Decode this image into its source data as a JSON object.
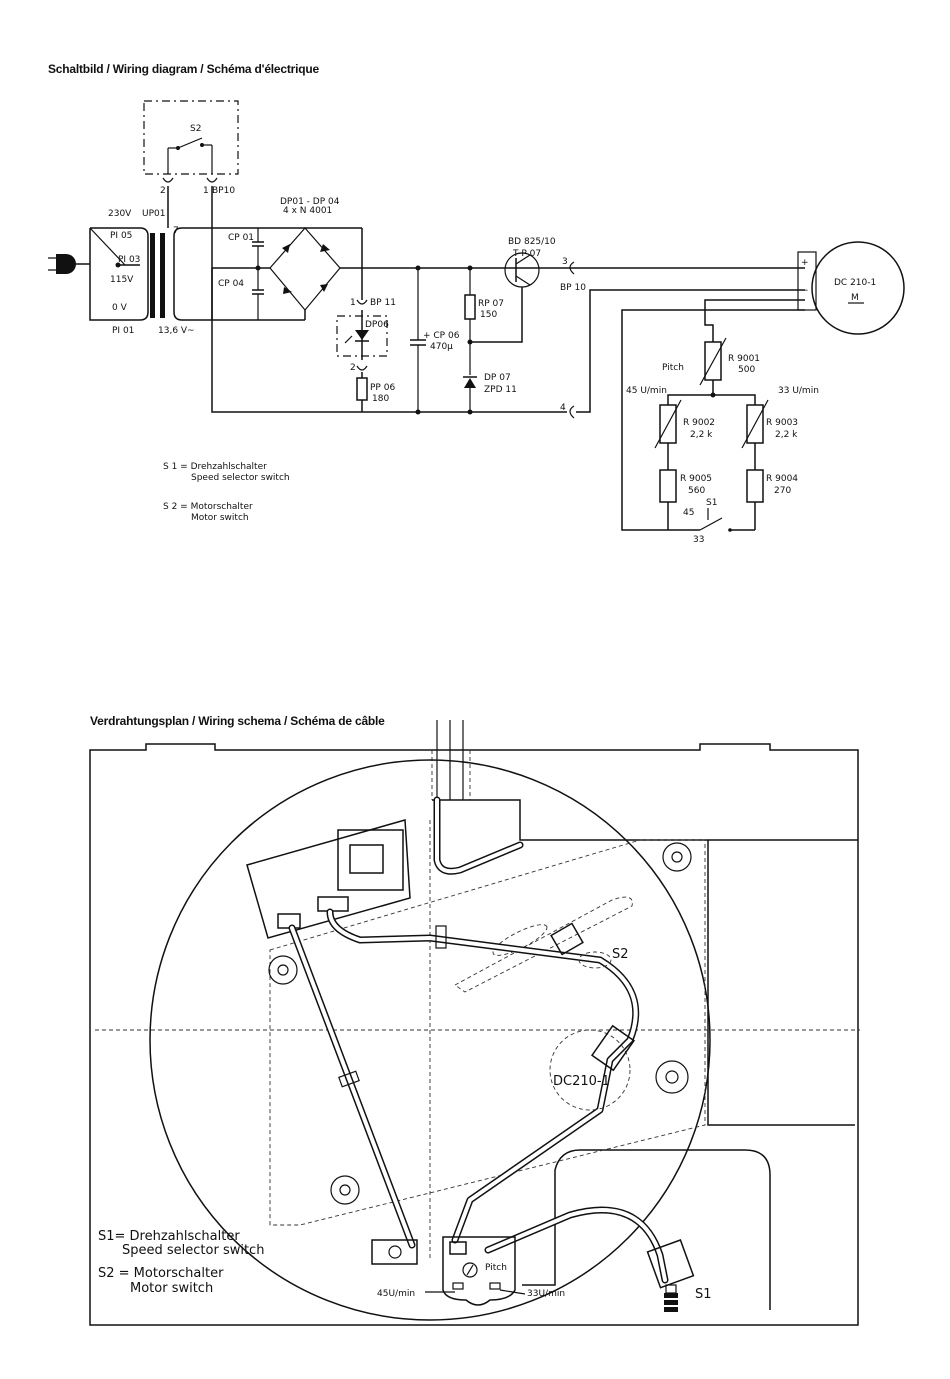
{
  "titles": {
    "schematic": "Schaltbild / Wiring diagram / Schéma d'électrique",
    "wiring": "Verdrahtungsplan / Wiring schema / Schéma de câble"
  },
  "schematic": {
    "s2": "S2",
    "s2_pin2": "2",
    "s2_pin1": "1",
    "bp10_top": "BP10",
    "v230": "230V",
    "up01": "UP01",
    "up01_pin": "7",
    "pi05": "PI 05",
    "pi03": "PI 03",
    "v115": "115V",
    "v0": "0 V",
    "pi01": "PI 01",
    "v136": "13,6 V~",
    "cp01": "CP 01",
    "cp04": "CP 04",
    "dp_range": "DP01 - DP 04",
    "dp_type": "4 x N 4001",
    "bp11": "BP 11",
    "bp11_pin1": "1",
    "bp11_pin2": "2",
    "dp06": "DP06",
    "pp06": "PP 06",
    "pp06_val": "180",
    "cp06": "+ CP 06",
    "cp06_val": "470μ",
    "rp07": "RP 07",
    "rp07_val": "150",
    "dp07": "DP 07",
    "zpd": "ZPD 11",
    "bd": "BD 825/10",
    "tp07": "T P 07",
    "pin3": "3",
    "bp10_right": "BP 10",
    "pin4": "4",
    "motor": "DC 210-1",
    "motor_m": "M",
    "plus": "+",
    "minus": "−",
    "pitch": "Pitch",
    "r9001": "R 9001",
    "r9001_val": "500",
    "u45": "45 U/min",
    "u33": "33 U/min",
    "r9002": "R 9002",
    "r9002_val": "2,2 k",
    "r9003": "R 9003",
    "r9003_val": "2,2 k",
    "r9005": "R 9005",
    "r9005_val": "560",
    "r9004": "R 9004",
    "r9004_val": "270",
    "s1": "S1",
    "s1_45": "45",
    "s1_33": "33",
    "legend_s1_de": "S 1 = Drehzahlschalter",
    "legend_s1_en": "Speed selector switch",
    "legend_s2_de": "S 2 = Motorschalter",
    "legend_s2_en": "Motor switch"
  },
  "wiring": {
    "s2": "S2",
    "motor": "DC210-1",
    "pitch": "Pitch",
    "u45": "45U/min",
    "u33": "33U/min",
    "s1": "S1",
    "legend_s1_de": "S1= Drehzahlschalter",
    "legend_s1_en": "Speed selector switch",
    "legend_s2_de": "S2 = Motorschalter",
    "legend_s2_en": "Motor switch"
  }
}
